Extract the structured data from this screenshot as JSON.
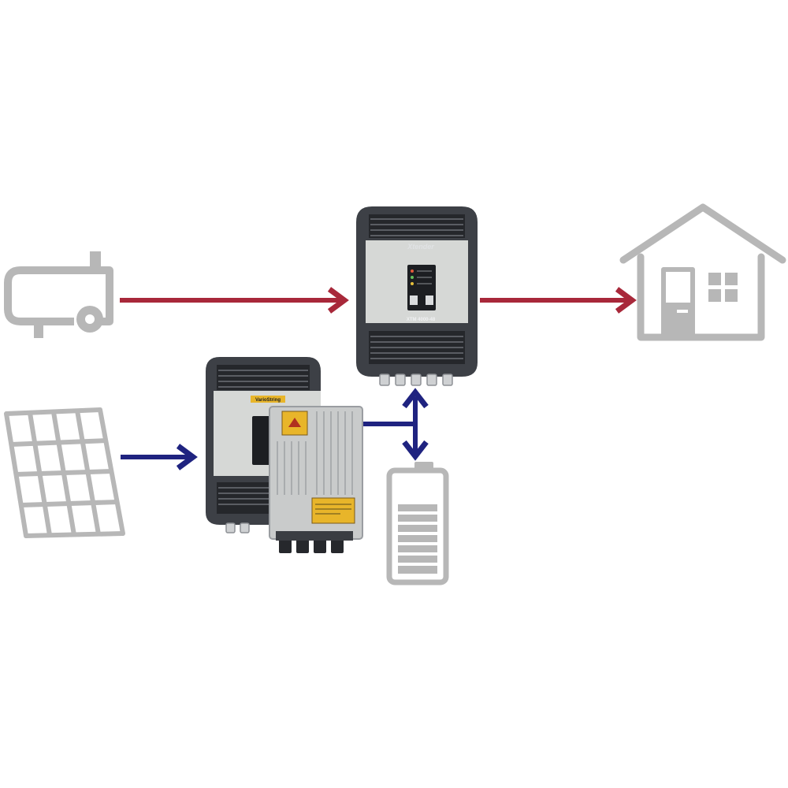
{
  "colors": {
    "background": "#ffffff",
    "icon_gray": "#b7b7b7",
    "ac_flow": "#a8283a",
    "dc_flow": "#1f2380",
    "device_dark": "#3d4046",
    "device_body": "#d6d8d6",
    "device_panel": "#1c1e22",
    "controller_body": "#c9cbcb",
    "label_yellow": "#e8b52a"
  },
  "nodes": {
    "generator": {
      "icon": "generator-icon"
    },
    "solar_panel": {
      "icon": "solar-panel-icon"
    },
    "inverter_charger": {
      "brand_text": "Xtender",
      "model_text": "XTM 4000-48"
    },
    "solar_charger": {
      "brand_text": "VarioString"
    },
    "mppt_controller": {
      "icon": "mppt-charge-controller"
    },
    "battery": {
      "icon": "battery-icon"
    },
    "house": {
      "icon": "house-icon"
    }
  },
  "flows": [
    {
      "from": "generator",
      "to": "inverter_charger",
      "kind": "ac",
      "direction": "one-way"
    },
    {
      "from": "inverter_charger",
      "to": "house",
      "kind": "ac",
      "direction": "one-way"
    },
    {
      "from": "solar_panel",
      "to": "solar_charger",
      "kind": "dc",
      "direction": "one-way"
    },
    {
      "from": "inverter_charger",
      "to": "battery",
      "kind": "dc",
      "direction": "two-way"
    },
    {
      "from": "mppt_controller",
      "to": "battery",
      "kind": "dc",
      "direction": "one-way"
    }
  ]
}
